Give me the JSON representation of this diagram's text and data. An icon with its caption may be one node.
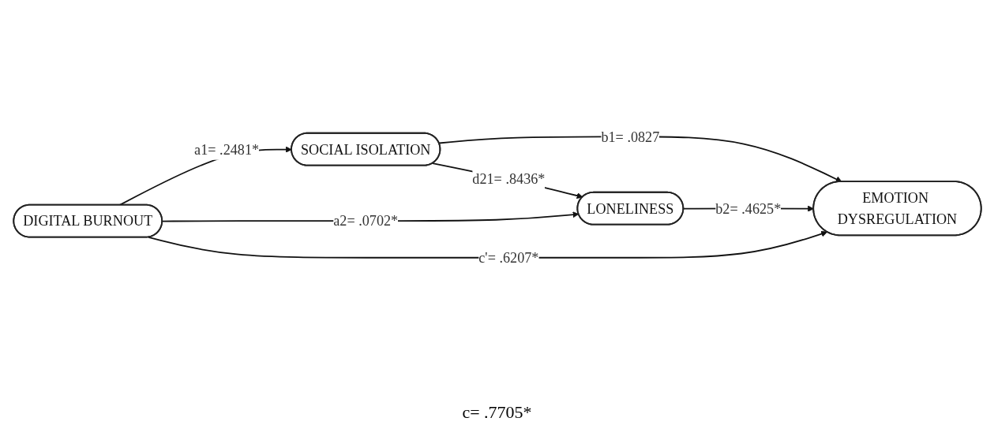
{
  "diagram": {
    "nodes": [
      {
        "text": [
          "SOCIAL ISOLATION"
        ]
      },
      {
        "text": [
          "LONELINESS"
        ]
      },
      {
        "text": [
          "DIGITAL BURNOUT"
        ]
      },
      {
        "text": [
          "EMOTION DYSREGULATION"
        ]
      }
    ],
    "edges": [
      {
        "from": 0,
        "to": 1,
        "arrow": "to",
        "label": "d21= .8436*"
      },
      {
        "from": 2,
        "to": 0,
        "arrow": "to",
        "label": "a1= .2481*"
      },
      {
        "from": 2,
        "to": 1,
        "arrow": "to",
        "label": "a2= .0702*"
      },
      {
        "from": 0,
        "to": 3,
        "arrow": "to",
        "label": "b1= .0827"
      },
      {
        "from": 1,
        "to": 3,
        "arrow": "to",
        "label": "b2= .4625*"
      },
      {
        "from": 2,
        "to": 3,
        "arrow": "to",
        "label": "c'= .6207*"
      }
    ],
    "labels": [
      "c= .7705*"
    ]
  }
}
